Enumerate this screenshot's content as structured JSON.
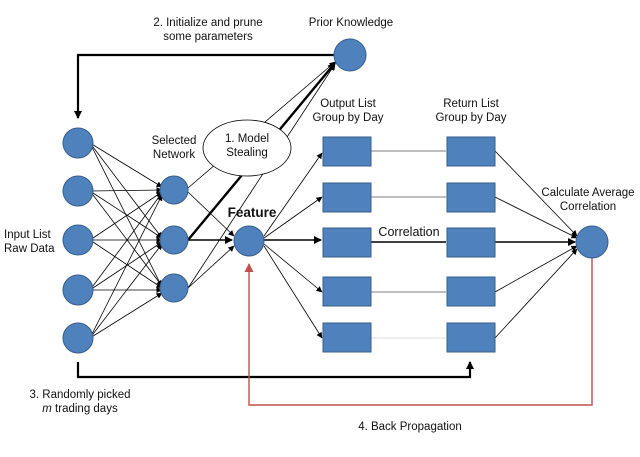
{
  "labels": {
    "initialize_line1": "2. Initialize and prune",
    "initialize_line2": "some parameters",
    "prior_knowledge": "Prior Knowledge",
    "output_list_line1": "Output List",
    "output_list_line2": "Group by Day",
    "return_list_line1": "Return List",
    "return_list_line2": "Group by Day",
    "selected_line1": "Selected",
    "selected_line2": "Network",
    "model_stealing_line1": "1. Model",
    "model_stealing_line2": "Stealing",
    "feature": "Feature",
    "input_line1": "Input List",
    "input_line2": "Raw Data",
    "correlation": "Correlation",
    "calc_line1": "Calculate Average",
    "calc_line2": "Correlation",
    "random_line1": "3. Randomly picked",
    "random_italic": "m",
    "random_line2_rest": " trading days",
    "back_propagation": "4. Back Propagation"
  },
  "colors": {
    "node_fill": "#4f81bd",
    "node_stroke": "#385d8a",
    "edge": "#000000",
    "back_propagation": "#c0504d",
    "ellipse_fill": "#ffffff"
  }
}
